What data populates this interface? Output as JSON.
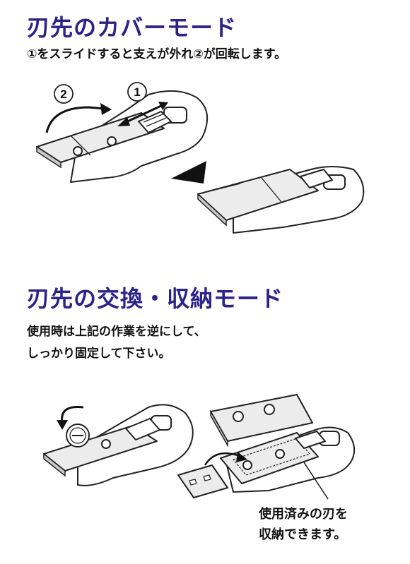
{
  "cover_mode": {
    "heading": "刃先のカバーモード",
    "instruction": "①をスライドすると支えが外れ②が回転します。",
    "arrow_label_1": "1",
    "arrow_label_2": "2"
  },
  "exchange_mode": {
    "heading": "刃先の交換・収納モード",
    "instruction_line1": "使用時は上記の作業を逆にして、",
    "instruction_line2": "しっかり固定して下さい。",
    "caption_line1": "使用済みの刃を",
    "caption_line2": "収納できます。"
  }
}
